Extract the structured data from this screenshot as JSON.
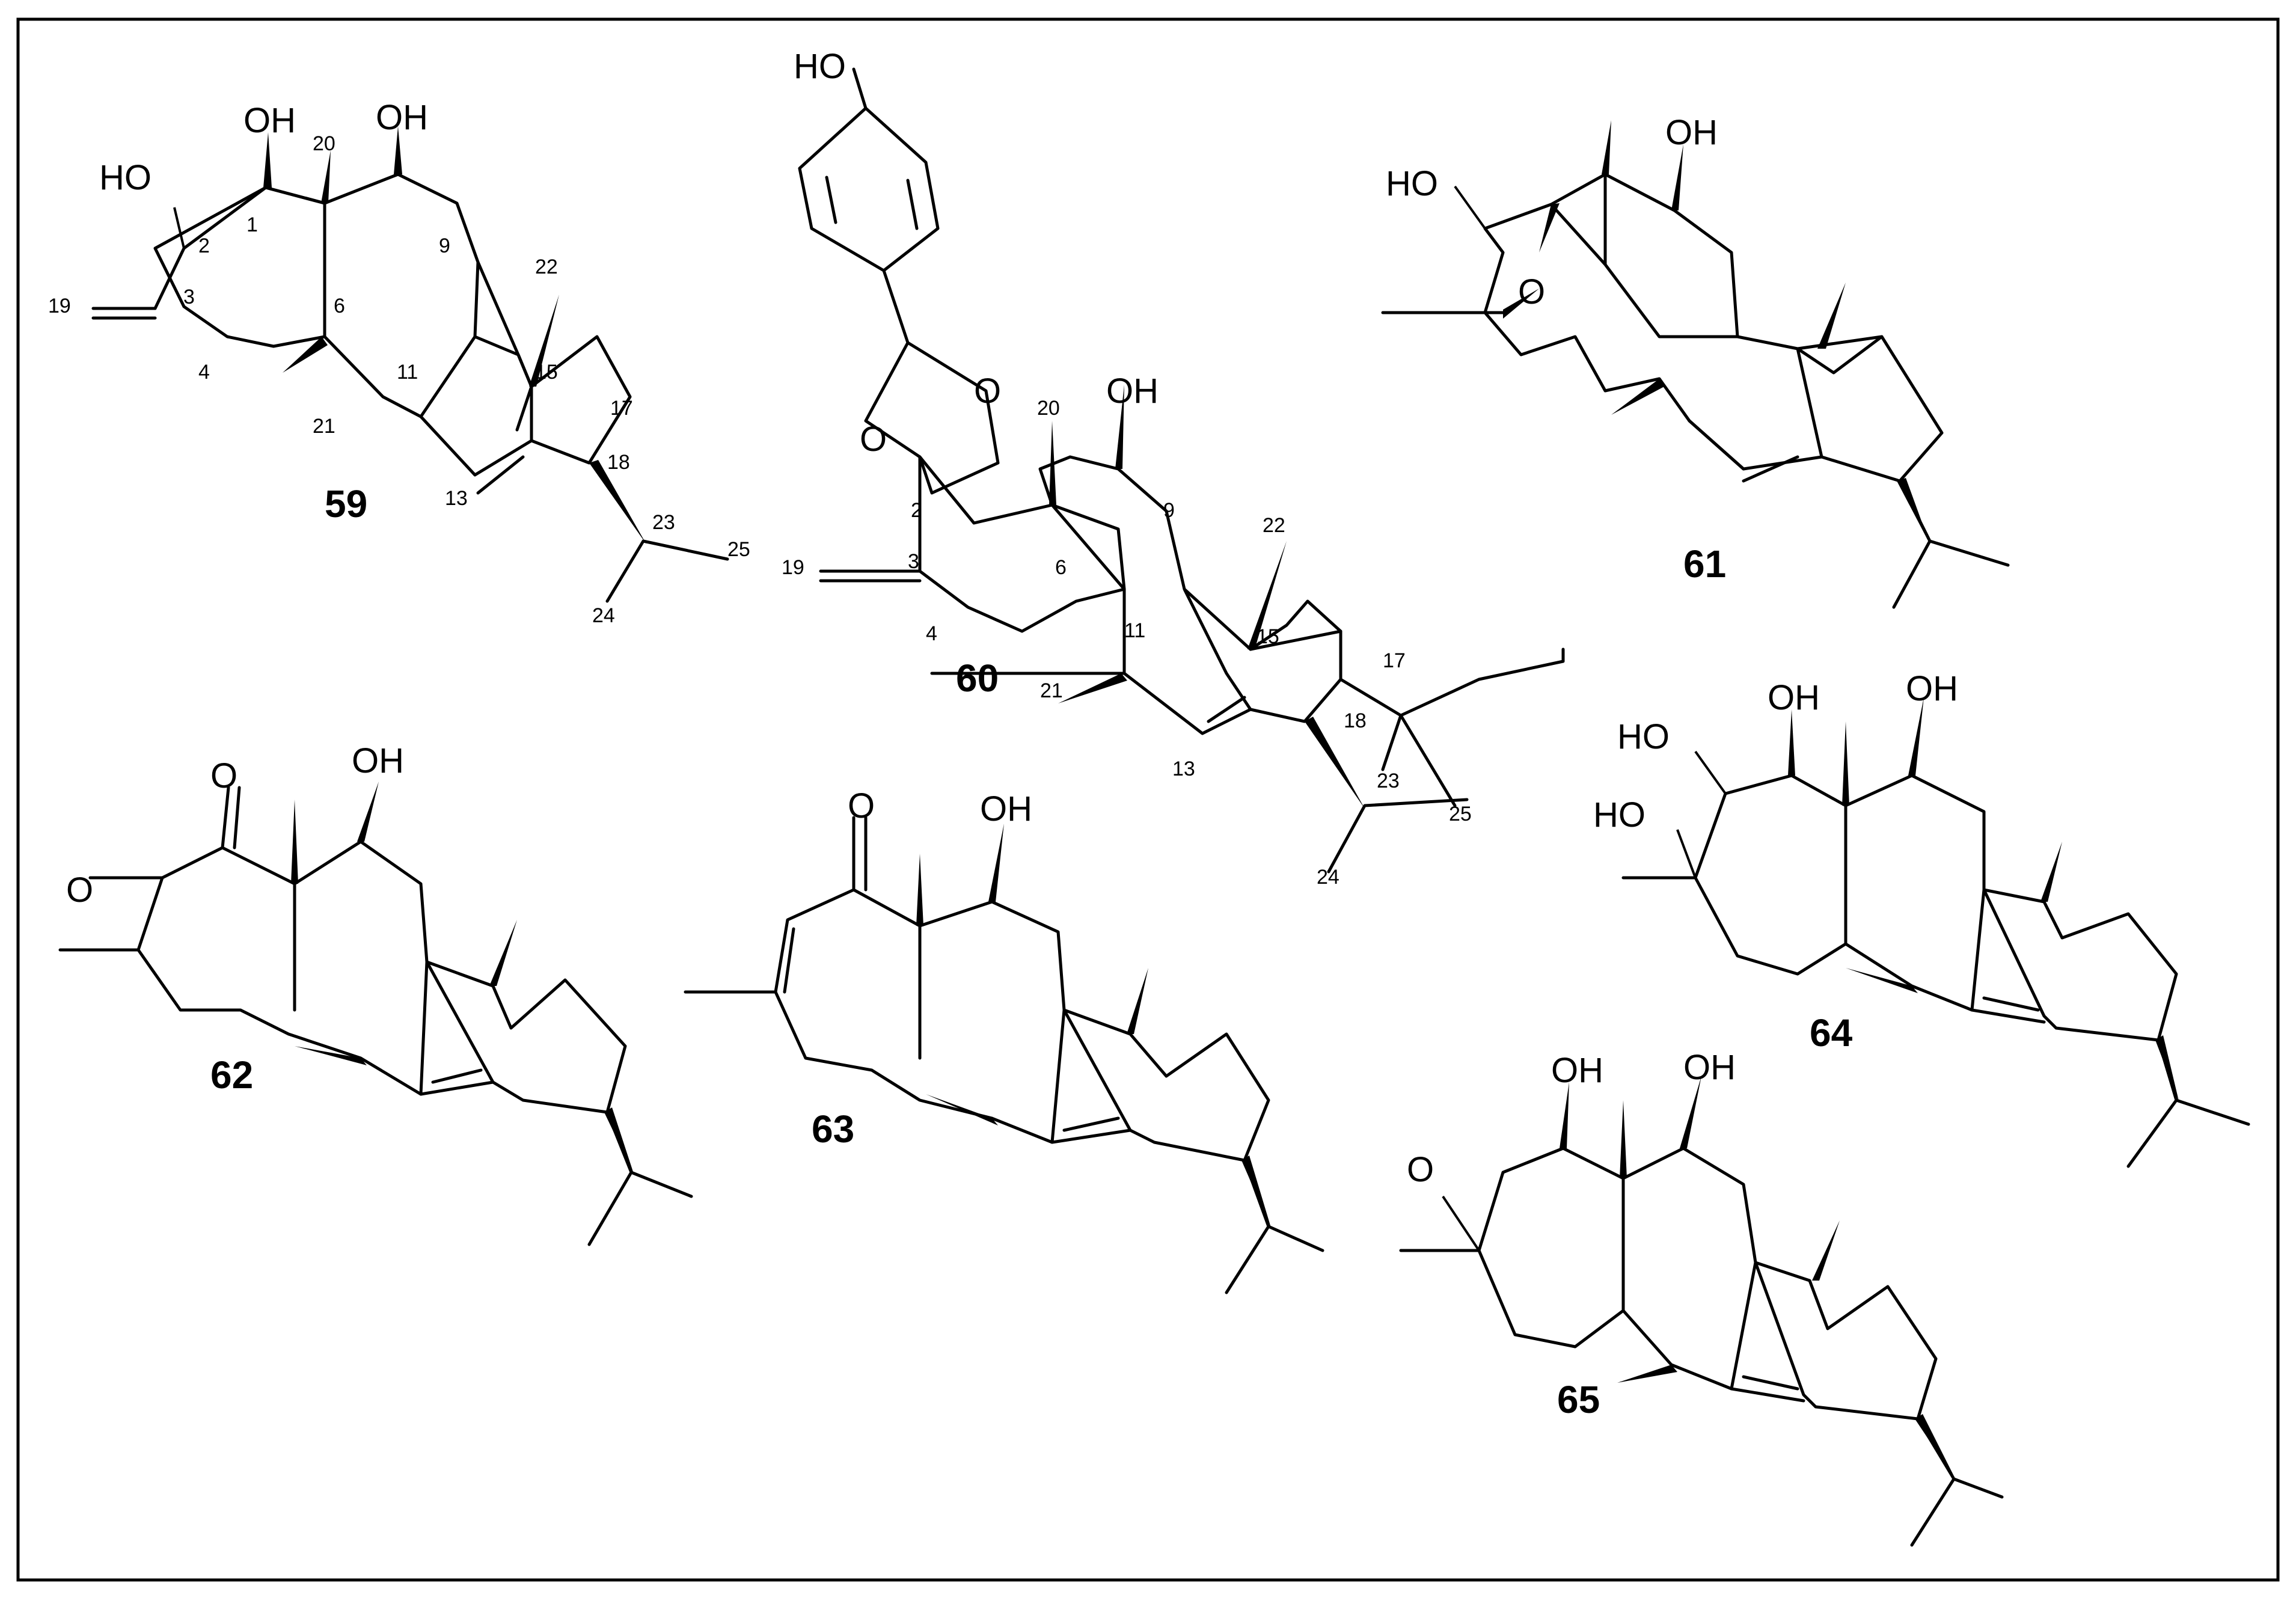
{
  "figure": {
    "compounds": [
      {
        "id": "59",
        "labels": {
          "oh_left": "HO",
          "oh_top1": "OH",
          "oh_top2": "OH"
        },
        "numbering": [
          "1",
          "2",
          "3",
          "4",
          "6",
          "9",
          "11",
          "13",
          "15",
          "17",
          "18",
          "19",
          "20",
          "21",
          "22",
          "23",
          "24",
          "25"
        ]
      },
      {
        "id": "60",
        "labels": {
          "phenol_oh": "HO",
          "ring_o1": "O",
          "ring_o2": "O",
          "oh_top": "OH"
        },
        "numbering": [
          "2",
          "3",
          "4",
          "6",
          "9",
          "11",
          "13",
          "15",
          "17",
          "18",
          "19",
          "20",
          "21",
          "22",
          "23",
          "24",
          "25"
        ]
      },
      {
        "id": "61",
        "labels": {
          "oh_left": "HO",
          "bridge_o": "O",
          "oh_top": "OH"
        }
      },
      {
        "id": "62",
        "labels": {
          "ketone_o": "O",
          "epoxide_o": "O",
          "oh_top": "OH"
        }
      },
      {
        "id": "63",
        "labels": {
          "ketone_o": "O",
          "oh_top": "OH"
        }
      },
      {
        "id": "64",
        "labels": {
          "oh_1": "HO",
          "oh_2": "HO",
          "oh_3": "OH",
          "oh_4": "OH"
        }
      },
      {
        "id": "65",
        "labels": {
          "epoxide_o": "O",
          "oh_1": "OH",
          "oh_2": "OH"
        }
      }
    ]
  }
}
